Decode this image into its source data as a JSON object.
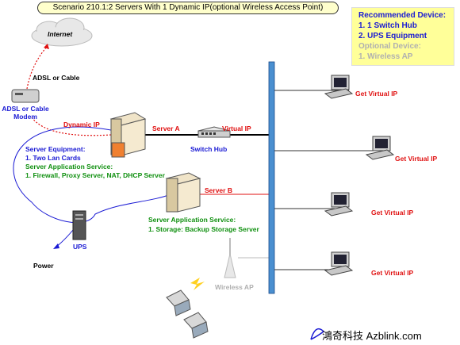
{
  "title": "Scenario 210.1:2 Servers With 1 Dynamic IP(optional Wireless Access Point)",
  "recommended": {
    "heading": "Recommended Device:",
    "items": [
      "1. 1 Switch Hub",
      "2. UPS Equipment"
    ],
    "optional_heading": "Optional Device:",
    "optional_items": [
      "1. Wireless AP"
    ]
  },
  "labels": {
    "internet": "Internet",
    "adsl_or_cable": "ADSL or Cable",
    "modem_line1": "ADSL or Cable",
    "modem_line2": "Modem",
    "dynamic_ip": "Dynamic IP",
    "server_a": "Server A",
    "virtual_ip": "Virtual IP",
    "switch_hub": "Switch Hub",
    "server_b": "Server B",
    "server_equipment": "Server Equipment:",
    "two_lan_cards": "1. Two Lan Cards",
    "server_app_service_a": "Server Application Service:",
    "services_a": "1. Firewall, Proxy Server, NAT, DHCP Server",
    "server_app_service_b": "Server Application Service:",
    "services_b": "1. Storage: Backup Storage Server",
    "ups": "UPS",
    "power": "Power",
    "wireless_ap": "Wireless AP",
    "get_virtual_ip_1": "Get Virtual IP",
    "get_virtual_ip_2": "Get Virtual IP",
    "get_virtual_ip_3": "Get Virtual IP",
    "get_virtual_ip_4": "Get Virtual IP"
  },
  "brand": "鴻奇科技  Azblink.com",
  "colors": {
    "red": "#e01010",
    "blue": "#1a1ad4",
    "green": "#109010",
    "backbone": "#4a8fd0",
    "title_bg": "#ffffcc",
    "recommend_bg": "#ffff99"
  }
}
